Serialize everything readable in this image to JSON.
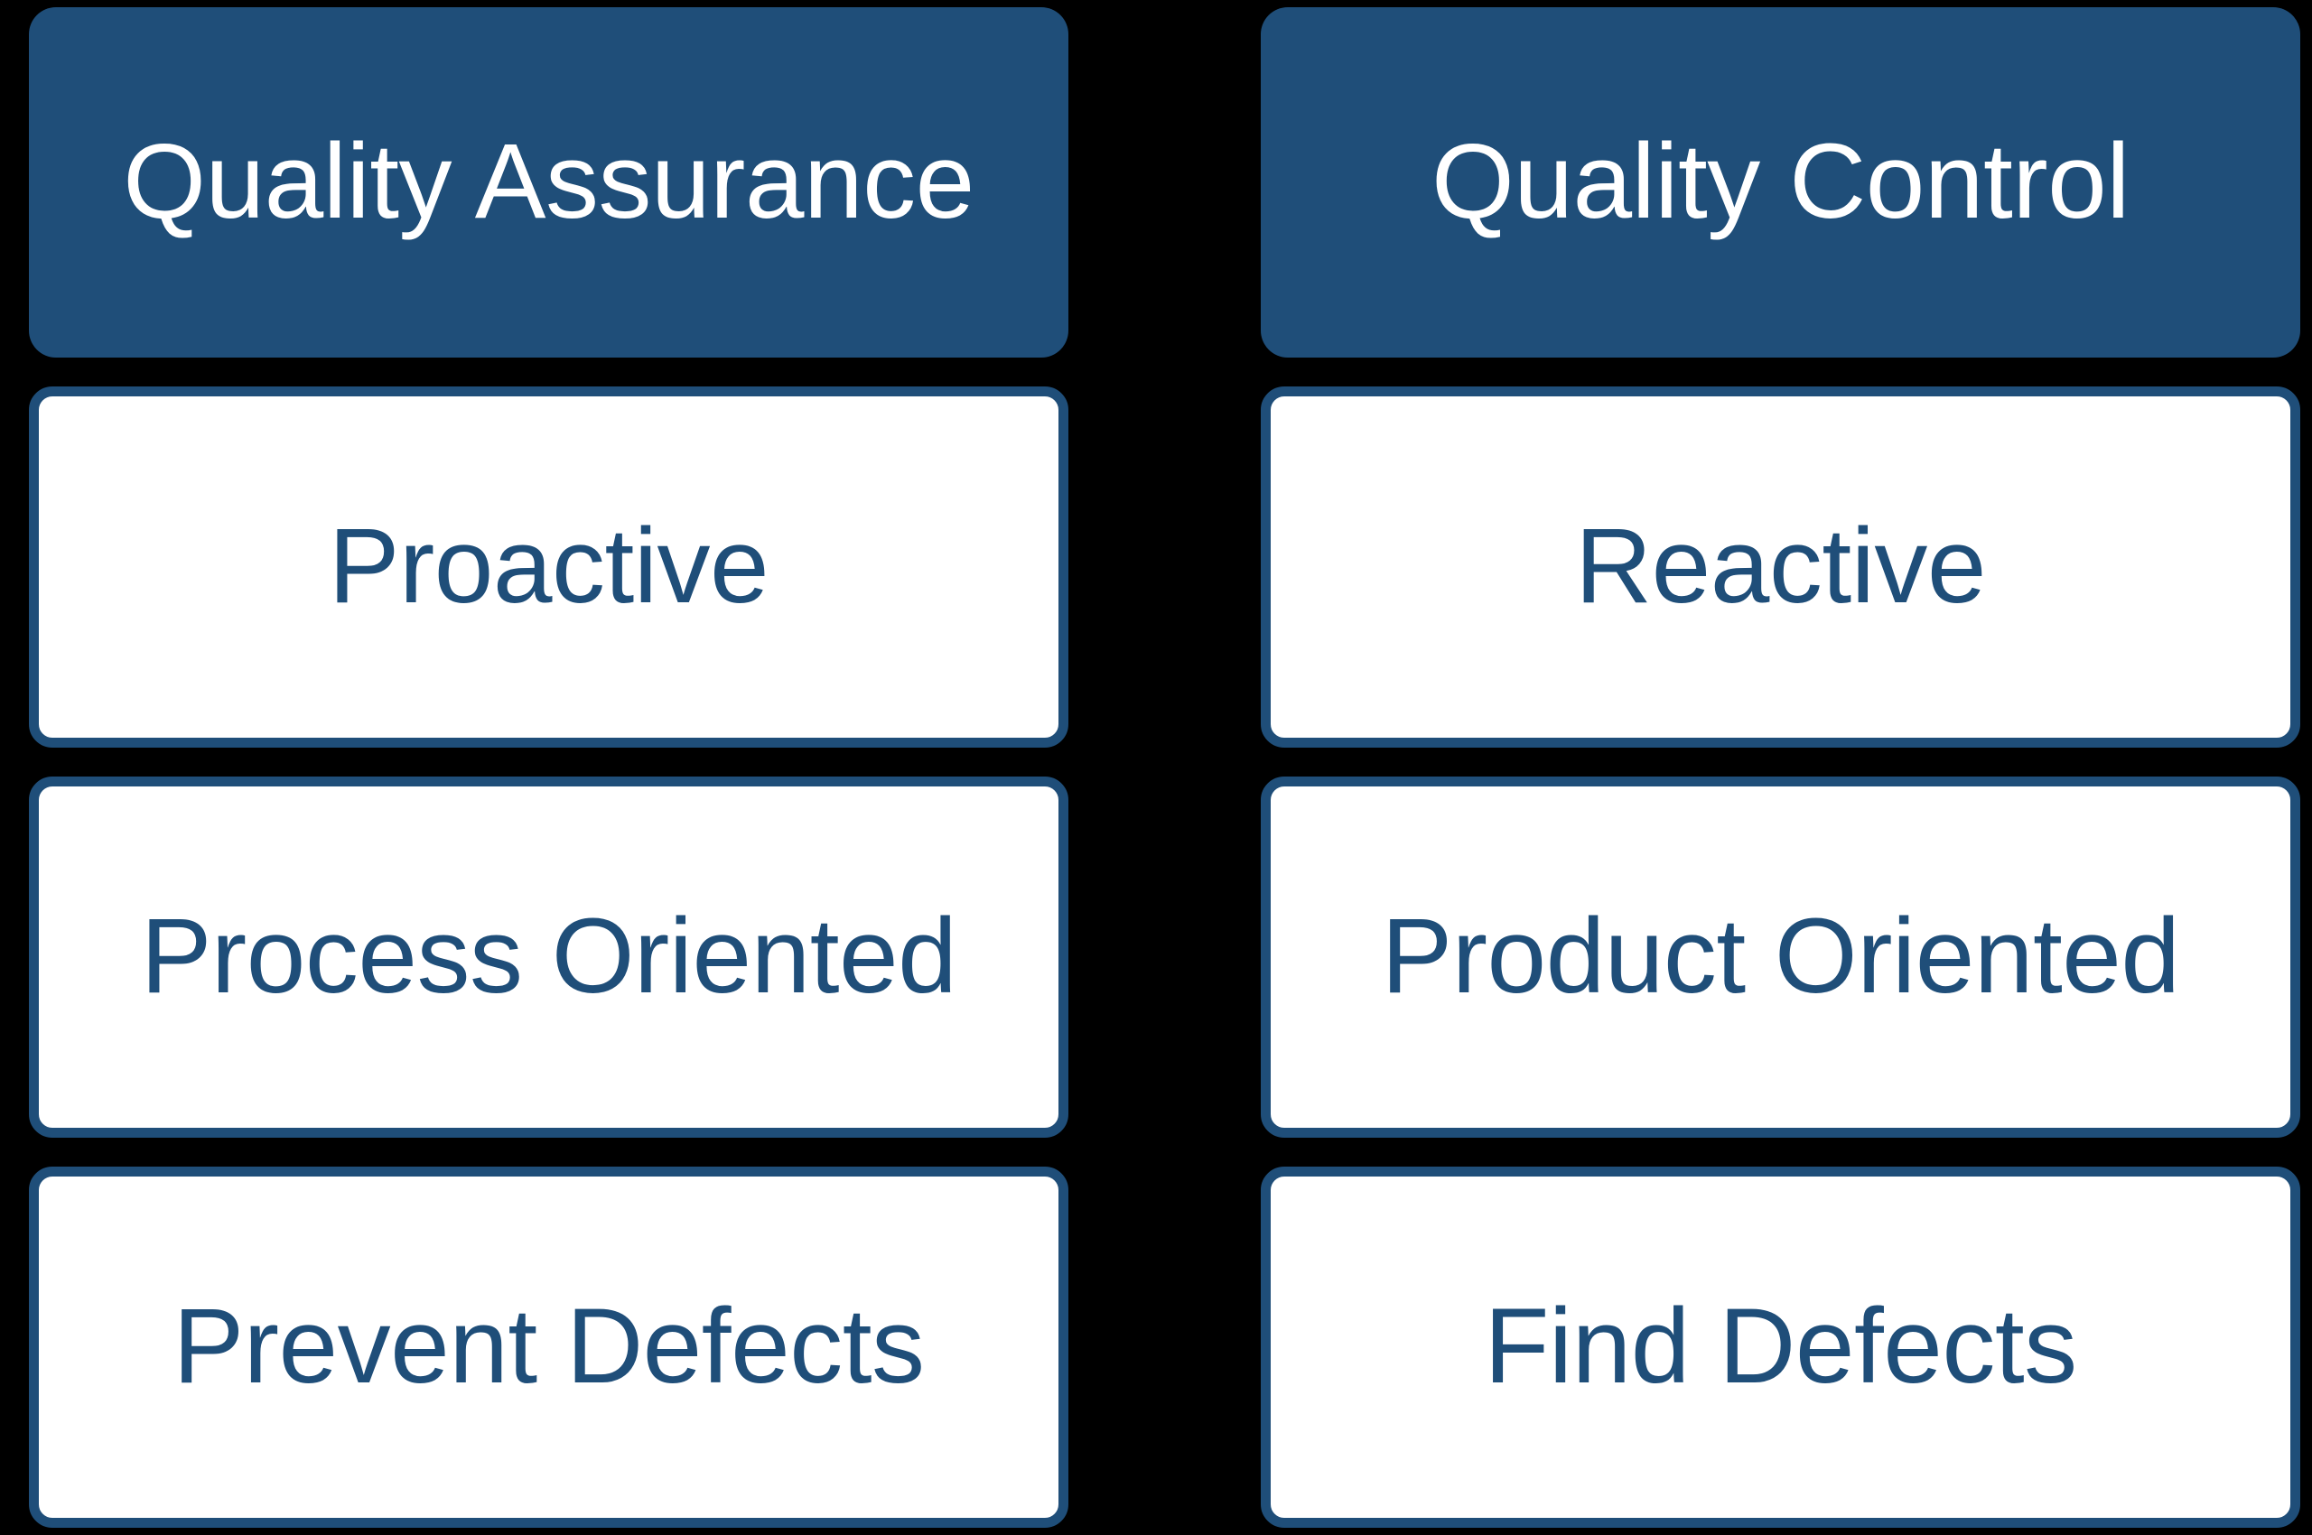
{
  "diagram": {
    "type": "two-column-comparison",
    "background_color": "#000000",
    "accent_color": "#1F4E79",
    "header_text_color": "#FFFFFF",
    "body_text_color": "#1F4E79",
    "body_fill_color": "#FFFFFF",
    "columns": [
      {
        "id": "quality-assurance",
        "header": "Quality Assurance",
        "rows": [
          "Proactive",
          "Process Oriented",
          "Prevent Defects"
        ]
      },
      {
        "id": "quality-control",
        "header": "Quality Control",
        "rows": [
          "Reactive",
          "Product Oriented",
          "Find Defects"
        ]
      }
    ]
  }
}
